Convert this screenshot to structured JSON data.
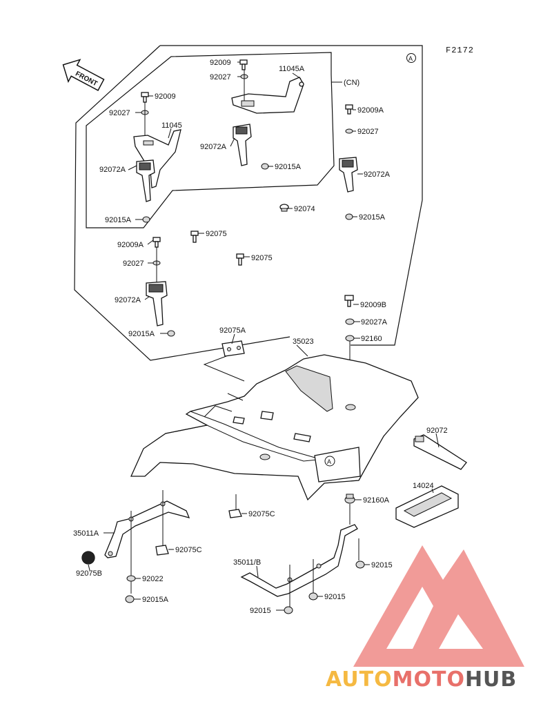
{
  "figure_code": "F2172",
  "front_label": "FRONT",
  "area_mark": "A",
  "cn_note": "(CN)",
  "watermark": {
    "part1": "AUTO",
    "part2": "MOTO",
    "part3": "HUB",
    "color1": "#f5b942",
    "color2": "#e8706a",
    "color3": "#555555",
    "logo_color": "#ee8a86"
  },
  "parts": [
    {
      "id": "p1",
      "label": "92009"
    },
    {
      "id": "p2",
      "label": "92027"
    },
    {
      "id": "p3",
      "label": "11045A"
    },
    {
      "id": "p4",
      "label": "92009"
    },
    {
      "id": "p5",
      "label": "92027"
    },
    {
      "id": "p6",
      "label": "11045"
    },
    {
      "id": "p7",
      "label": "92072A"
    },
    {
      "id": "p8",
      "label": "92015A"
    },
    {
      "id": "p9",
      "label": "92072A"
    },
    {
      "id": "p10",
      "label": "92015A"
    },
    {
      "id": "p11",
      "label": "92009A"
    },
    {
      "id": "p12",
      "label": "92027"
    },
    {
      "id": "p13",
      "label": "92072A"
    },
    {
      "id": "p14",
      "label": "92015A"
    },
    {
      "id": "p15",
      "label": "92074"
    },
    {
      "id": "p16",
      "label": "92075"
    },
    {
      "id": "p17",
      "label": "92075"
    },
    {
      "id": "p18",
      "label": "92009A"
    },
    {
      "id": "p19",
      "label": "92027"
    },
    {
      "id": "p20",
      "label": "92072A"
    },
    {
      "id": "p21",
      "label": "92015A"
    },
    {
      "id": "p22",
      "label": "92009B"
    },
    {
      "id": "p23",
      "label": "92027A"
    },
    {
      "id": "p24",
      "label": "92160"
    },
    {
      "id": "p25",
      "label": "92075A"
    },
    {
      "id": "p26",
      "label": "35023"
    },
    {
      "id": "p27",
      "label": "92072"
    },
    {
      "id": "p28",
      "label": "14024"
    },
    {
      "id": "p29",
      "label": "92160A"
    },
    {
      "id": "p30",
      "label": "92075C"
    },
    {
      "id": "p31",
      "label": "35011A"
    },
    {
      "id": "p32",
      "label": "92075C"
    },
    {
      "id": "p33",
      "label": "92075B"
    },
    {
      "id": "p34",
      "label": "92022"
    },
    {
      "id": "p35",
      "label": "92015A"
    },
    {
      "id": "p36",
      "label": "35011/B"
    },
    {
      "id": "p37",
      "label": "92015"
    },
    {
      "id": "p38",
      "label": "92015"
    },
    {
      "id": "p39",
      "label": "92015"
    }
  ]
}
